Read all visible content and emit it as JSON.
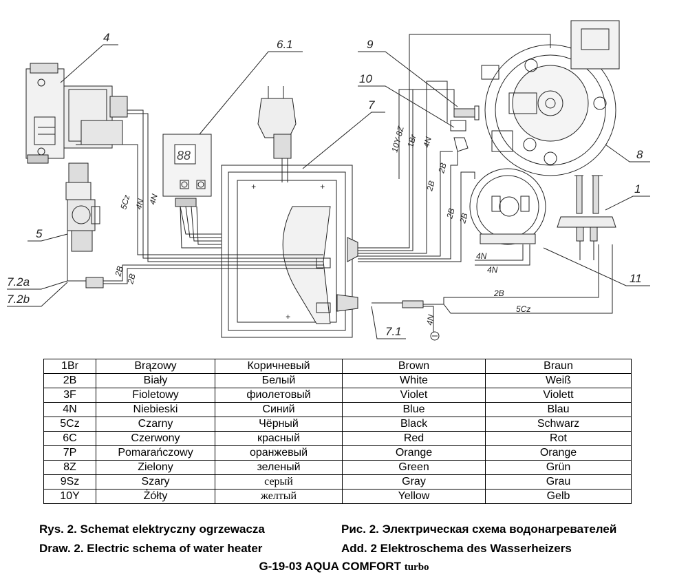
{
  "diagram": {
    "labels": {
      "l4": "4",
      "l61": "6.1",
      "l9": "9",
      "l10": "10",
      "l7": "7",
      "l8": "8",
      "l1": "1",
      "l5": "5",
      "l11": "11",
      "l72a": "7.2a",
      "l72b": "7.2b",
      "l71": "7.1"
    },
    "wires": {
      "w_5cz_left": "5Cz",
      "w_4n_left_a": "4N",
      "w_4n_left_b": "4N",
      "w_2b_left_a": "2B",
      "w_2b_left_b": "2B",
      "w_10y8z": "10Y-8Z",
      "w_1br": "1Br",
      "w_4n_top": "4N",
      "w_2b_top_a": "2B",
      "w_2b_top_b": "2B",
      "w_2b_top_c": "2B",
      "w_2b_top_d": "2B",
      "w_4n_right_a": "4N",
      "w_4n_right_b": "4N",
      "w_2b_bottom": "2B",
      "w_5cz_bottom": "5Cz",
      "w_4n_ground": "4N"
    },
    "line_color": "#222222"
  },
  "table": {
    "rows": [
      [
        "1Br",
        "Brązowy",
        "Коричневый",
        "Brown",
        "Braun"
      ],
      [
        "2B",
        "Biały",
        "Белый",
        "White",
        "Weiß"
      ],
      [
        "3F",
        "Fioletowy",
        "фиолетовый",
        "Violet",
        "Violett"
      ],
      [
        "4N",
        "Niebieski",
        "Синий",
        "Blue",
        "Blau"
      ],
      [
        "5Cz",
        "Czarny",
        "Чёрный",
        "Black",
        "Schwarz"
      ],
      [
        "6C",
        "Czerwony",
        "красный",
        "Red",
        "Rot"
      ],
      [
        "7P",
        "Pomarańczowy",
        "оранжевый",
        "Orange",
        "Orange"
      ],
      [
        "8Z",
        "Zielony",
        "зеленый",
        "Green",
        "Grün"
      ],
      [
        "9Sz",
        "Szary",
        "серый",
        "Gray",
        "Grau"
      ],
      [
        "10Y",
        "Żółty",
        "желтый",
        "Yellow",
        "Gelb"
      ]
    ]
  },
  "captions": {
    "pl": "Rys.  2. Schemat elektryczny ogrzewacza",
    "en": "Draw. 2. Electric schema of water heater",
    "ru": "Рис. 2. Электрическая схема водонагревателей",
    "de": "Add. 2   Elektroschema des Wasserheizers",
    "model": "G-19-03 AQUA COMFORT",
    "model_suffix": "turbo"
  }
}
